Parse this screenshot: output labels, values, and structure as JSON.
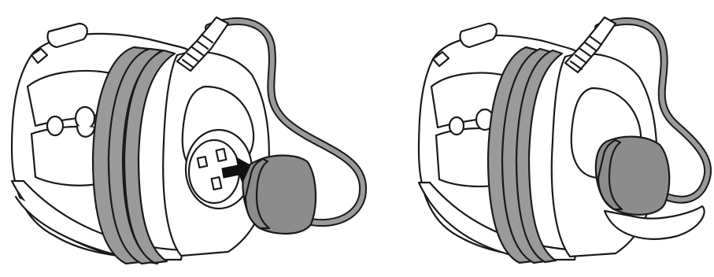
{
  "figure": {
    "panels": [
      {
        "step": "insert-plug",
        "shows_arrow": true
      },
      {
        "step": "plug-stored",
        "shows_arrow": false
      }
    ]
  },
  "colors": {
    "outline": "#1a1a1a",
    "cord_fill": "#9a9a9a",
    "plug_fill": "#8c8c8c",
    "body_fill": "#ffffff",
    "arrow_fill": "#111111",
    "background": "#ffffff"
  },
  "icons": [
    "iron-base-illustration",
    "arrow-icon",
    "plug-icon",
    "power-cord"
  ]
}
